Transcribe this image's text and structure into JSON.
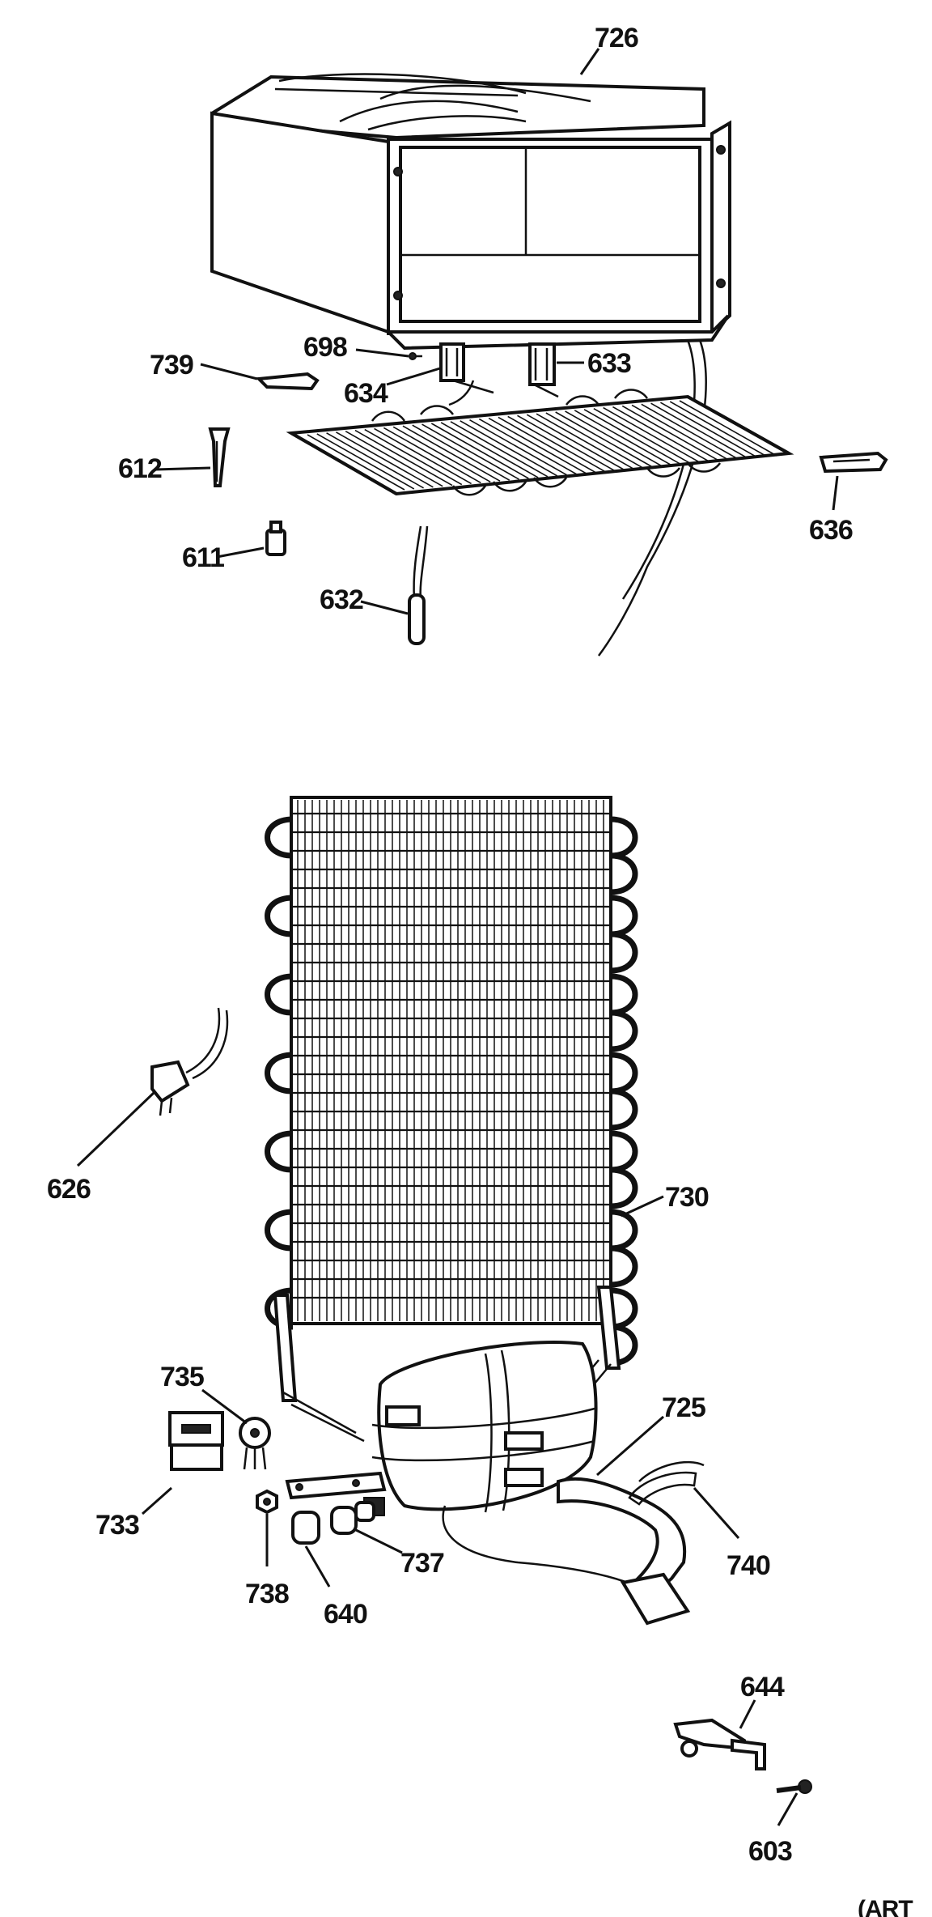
{
  "diagram": {
    "labels": {
      "l726": "726",
      "l698": "698",
      "l739": "739",
      "l633": "633",
      "l634": "634",
      "l612": "612",
      "l636": "636",
      "l611": "611",
      "l632": "632",
      "l626": "626",
      "l730": "730",
      "l735": "735",
      "l725": "725",
      "l733": "733",
      "l740": "740",
      "l737": "737",
      "l738": "738",
      "l640": "640",
      "l644": "644",
      "l603": "603",
      "corner": "(ART"
    }
  }
}
